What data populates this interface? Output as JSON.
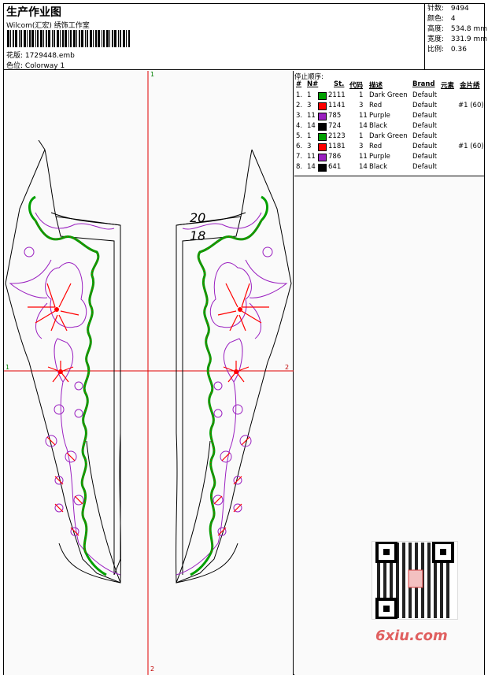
{
  "header": {
    "title": "生产作业图",
    "company": "Wilcom(汇宏) 绣饰工作室",
    "design_label": "花版:",
    "design_value": "1729448.emb",
    "colorway_label": "色位:",
    "colorway_value": "Colorway 1"
  },
  "stats": [
    {
      "label": "针数:",
      "value": "9494"
    },
    {
      "label": "颜色:",
      "value": "4"
    },
    {
      "label": "高度:",
      "value": "534.8 mm"
    },
    {
      "label": "宽度:",
      "value": "331.9 mm"
    },
    {
      "label": "比例:",
      "value": "0.36"
    }
  ],
  "color_table": {
    "title": "停止顺序:",
    "headers": {
      "num": "#",
      "n": "N#",
      "st": "St.",
      "code": "代码",
      "desc": "描述",
      "brand": "Brand",
      "elem": "元素",
      "seq": "金片绣"
    },
    "rows": [
      {
        "num": "1.",
        "n": "1",
        "color": "#00a000",
        "st": "2111",
        "code": "1",
        "desc": "Dark Green",
        "brand": "Default",
        "seq": ""
      },
      {
        "num": "2.",
        "n": "3",
        "color": "#ff0000",
        "st": "1141",
        "code": "3",
        "desc": "Red",
        "brand": "Default",
        "seq": "#1 (60)"
      },
      {
        "num": "3.",
        "n": "11",
        "color": "#9a20c0",
        "st": "785",
        "code": "11",
        "desc": "Purple",
        "brand": "Default",
        "seq": ""
      },
      {
        "num": "4.",
        "n": "14",
        "color": "#000000",
        "st": "724",
        "code": "14",
        "desc": "Black",
        "brand": "Default",
        "seq": ""
      },
      {
        "num": "5.",
        "n": "1",
        "color": "#00a000",
        "st": "2123",
        "code": "1",
        "desc": "Dark Green",
        "brand": "Default",
        "seq": ""
      },
      {
        "num": "6.",
        "n": "3",
        "color": "#ff0000",
        "st": "1181",
        "code": "3",
        "desc": "Red",
        "brand": "Default",
        "seq": "#1 (60)"
      },
      {
        "num": "7.",
        "n": "11",
        "color": "#9a20c0",
        "st": "786",
        "code": "11",
        "desc": "Purple",
        "brand": "Default",
        "seq": ""
      },
      {
        "num": "8.",
        "n": "14",
        "color": "#000000",
        "st": "641",
        "code": "14",
        "desc": "Black",
        "brand": "Default",
        "seq": ""
      }
    ]
  },
  "axes": {
    "top": "1",
    "bottom": "2",
    "left": "1",
    "right": "2"
  },
  "design_marks": {
    "mark_a": "20",
    "mark_b": "18"
  },
  "watermark": "6xiu.com"
}
